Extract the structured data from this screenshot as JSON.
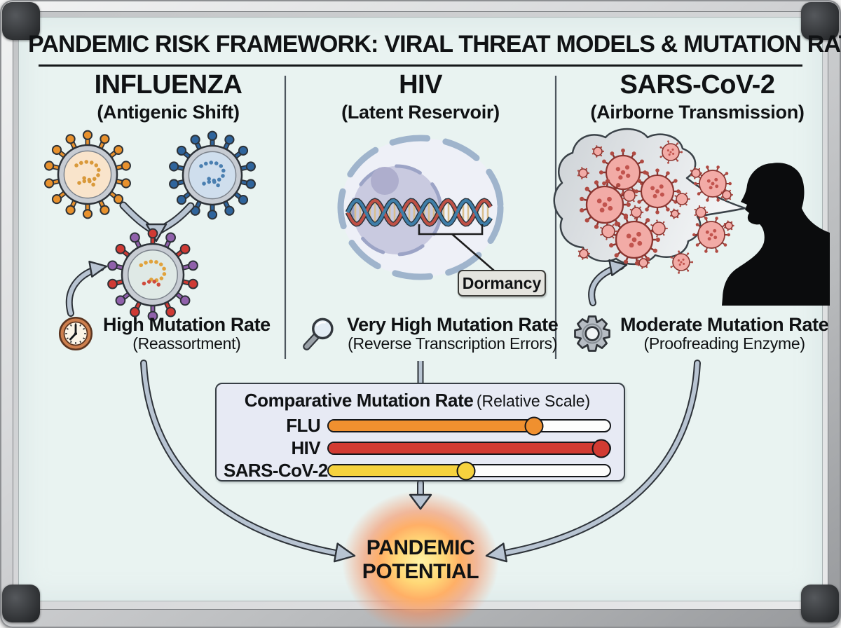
{
  "title": "PANDEMIC RISK FRAMEWORK: VIRAL THREAT MODELS & MUTATION RATES",
  "columns": [
    {
      "title": "INFLUENZA",
      "subtitle": "(Antigenic Shift)",
      "icon": "clock-icon",
      "rate": "High Mutation Rate",
      "mechanism": "(Reassortment)"
    },
    {
      "title": "HIV",
      "subtitle": "(Latent Reservoir)",
      "icon": "magnifying-glass-icon",
      "rate": "Very High Mutation Rate",
      "mechanism": "(Reverse Transcription Errors)",
      "callout": "Dormancy"
    },
    {
      "title": "SARS-CoV-2",
      "subtitle": "(Airborne Transmission)",
      "icon": "gear-icon",
      "rate": "Moderate Mutation Rate",
      "mechanism": "(Proofreading Enzyme)"
    }
  ],
  "chart_data": {
    "type": "bar",
    "title": "Comparative Mutation Rate",
    "subtitle": "(Relative Scale)",
    "categories": [
      "FLU",
      "HIV",
      "SARS-CoV-2"
    ],
    "values": [
      73,
      97,
      49
    ],
    "colors": [
      "#F0902F",
      "#D23B32",
      "#F6D23E"
    ],
    "xlim": [
      0,
      100
    ],
    "legend": "none",
    "orientation": "horizontal-slider"
  },
  "outcome": {
    "line1": "PANDEMIC",
    "line2": "POTENTIAL"
  },
  "palette": {
    "board": "#E9F3F1",
    "arrow": "#B8C4D2",
    "outline": "#2D3238",
    "glow_core": "#FFF3A6",
    "glow_edge": "#F68754"
  }
}
